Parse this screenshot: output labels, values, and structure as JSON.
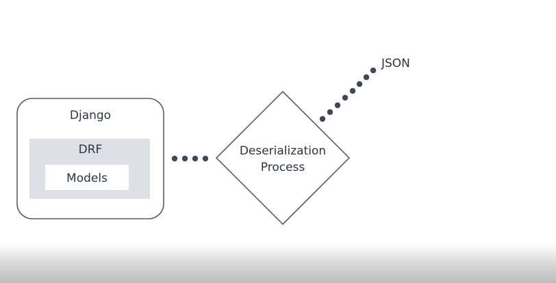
{
  "diagram": {
    "django_label": "Django",
    "drf_label": "DRF",
    "models_label": "Models",
    "process_line1": "Deserialization",
    "process_line2": "Process",
    "json_label": "JSON"
  },
  "colors": {
    "stroke": "#555e69",
    "text": "#2b3440",
    "drf_fill": "#dde1e6",
    "dot": "#3f4853",
    "background": "#ffffff"
  }
}
